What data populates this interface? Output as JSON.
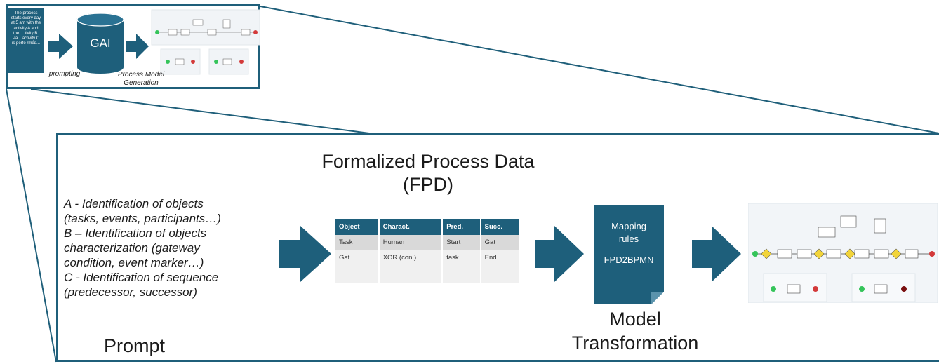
{
  "inset": {
    "document_text": "The process starts every day at 5 am with the activity A and the ... tivity B. Pa... activity C is perfo rmed...",
    "gai_label": "GAI",
    "prompting_caption": "prompting",
    "generation_caption": "Process Model Generation"
  },
  "main": {
    "fpd_title_line1": "Formalized Process Data",
    "fpd_title_line2": "(FPD)",
    "steps": [
      "A - Identification of objects",
      "(tasks, events, participants…)",
      "B – Identification of objects",
      "characterization (gateway",
      "condition, event marker…)",
      "C - Identification of sequence",
      "(predecessor, successor)"
    ],
    "prompt_label": "Prompt",
    "model_transformation_line1": "Model",
    "model_transformation_line2": "Transformation",
    "mapping_doc": {
      "line1": "Mapping",
      "line2": "rules",
      "line3": "FPD2BPMN"
    }
  },
  "fpd_table": {
    "headers": [
      "Object",
      "Charact.",
      "Pred.",
      "Succ."
    ],
    "rows": [
      [
        "Task",
        "Human",
        "Start",
        "Gat"
      ],
      [
        "Gat",
        "XOR (con.)",
        "task",
        "End"
      ]
    ]
  },
  "colors": {
    "primary": "#1e5f7b",
    "accent_green": "#35c45a",
    "accent_red": "#d33a3a",
    "gateway_yellow": "#f2d43a"
  }
}
